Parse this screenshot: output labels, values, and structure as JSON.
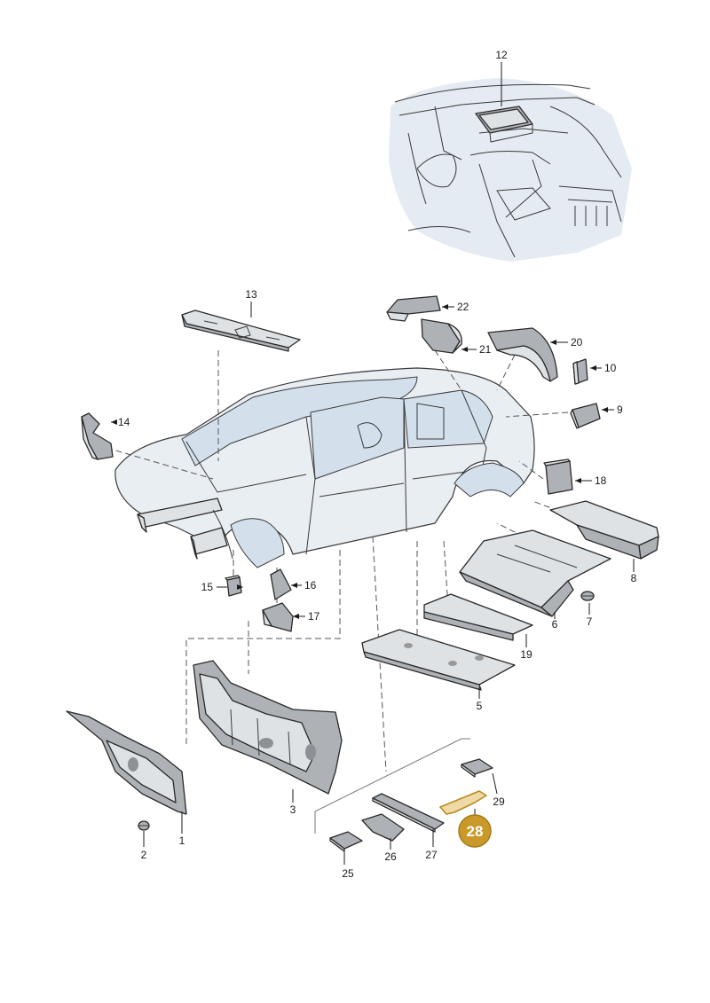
{
  "diagram": {
    "labels": {
      "p1": "1",
      "p2": "2",
      "p3": "3",
      "p5": "5",
      "p6": "6",
      "p7": "7",
      "p8": "8",
      "p9": "9",
      "p10": "10",
      "p12": "12",
      "p13": "13",
      "p14": "14",
      "p15": "15",
      "p16": "16",
      "p17": "17",
      "p18": "18",
      "p19": "19",
      "p20": "20",
      "p21": "21",
      "p22": "22",
      "p25": "25",
      "p26": "26",
      "p27": "27",
      "p28": "28",
      "p29": "29"
    },
    "highlighted_part": "28",
    "highlight_color": "#c9992a",
    "highlight_fill": "#eed9a7"
  }
}
